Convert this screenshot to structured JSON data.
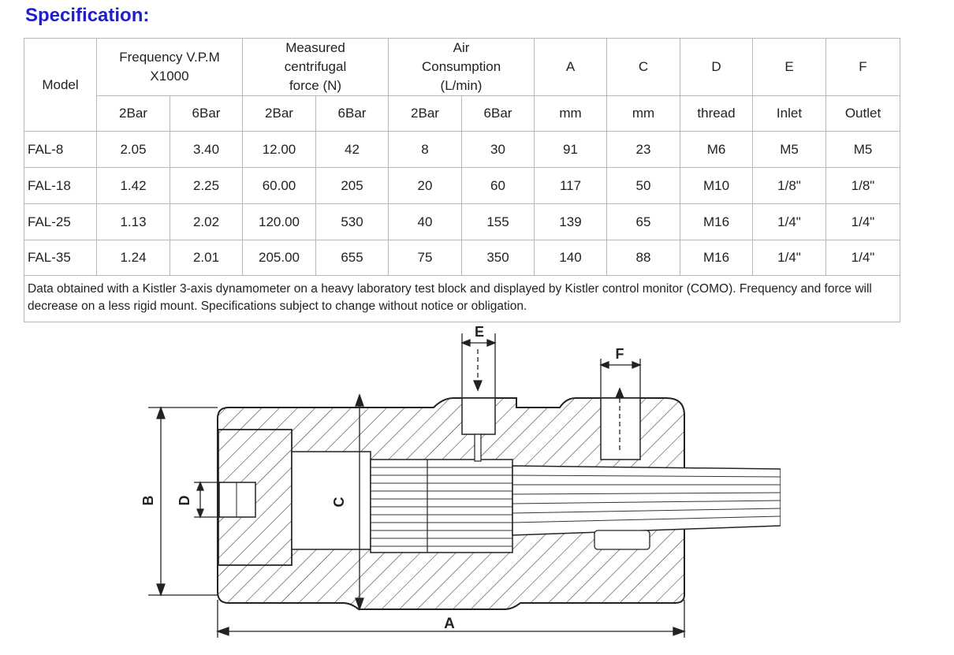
{
  "title": "Specification:",
  "table": {
    "model_label": "Model",
    "groups": [
      {
        "label": "Frequency V.P.M X1000"
      },
      {
        "label": "Measured centrifugal force (N)"
      },
      {
        "label": "Air Consumption (L/min)"
      }
    ],
    "single_headers": [
      "A",
      "C",
      "D",
      "E",
      "F"
    ],
    "sub_headers": [
      "2Bar",
      "6Bar",
      "2Bar",
      "6Bar",
      "2Bar",
      "6Bar",
      "mm",
      "mm",
      "thread",
      "Inlet",
      "Outlet"
    ],
    "rows": [
      [
        "FAL-8",
        "2.05",
        "3.40",
        "12.00",
        "42",
        "8",
        "30",
        "91",
        "23",
        "M6",
        "M5",
        "M5"
      ],
      [
        "FAL-18",
        "1.42",
        "2.25",
        "60.00",
        "205",
        "20",
        "60",
        "117",
        "50",
        "M10",
        "1/8\"",
        "1/8\""
      ],
      [
        "FAL-25",
        "1.13",
        "2.02",
        "120.00",
        "530",
        "40",
        "155",
        "139",
        "65",
        "M16",
        "1/4\"",
        "1/4\""
      ],
      [
        "FAL-35",
        "1.24",
        "2.01",
        "205.00",
        "655",
        "75",
        "350",
        "140",
        "88",
        "M16",
        "1/4\"",
        "1/4\""
      ]
    ],
    "note": "Data obtained with a Kistler 3-axis dynamometer on a heavy laboratory test block and displayed by Kistler control monitor (COMO). Frequency and force will decrease on a less rigid mount. Specifications subject to change without notice or obligation."
  },
  "drawing": {
    "labels": {
      "a": "A",
      "b": "B",
      "c": "C",
      "d": "D",
      "e": "E",
      "f": "F"
    }
  }
}
